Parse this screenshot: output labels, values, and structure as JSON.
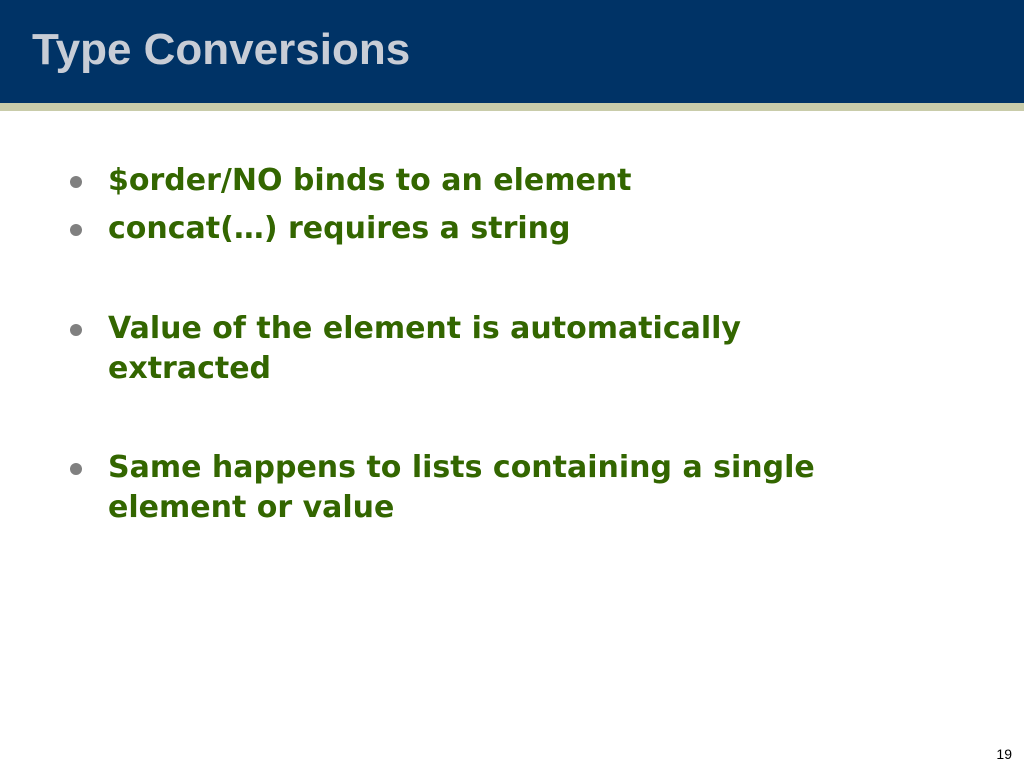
{
  "slide": {
    "title": "Type Conversions",
    "bullets": [
      "$order/NO binds to an element",
      "concat(…) requires a string",
      "Value of the element is automatically extracted",
      "Same happens to lists containing a single element or value"
    ],
    "page_number": "19"
  },
  "colors": {
    "title_bar": "#003366",
    "title_text": "#c8cdd6",
    "title_rule": "#c9ccaa",
    "bullet_text": "#336600",
    "bullet_marker": "#808080",
    "background": "#ffffff"
  }
}
